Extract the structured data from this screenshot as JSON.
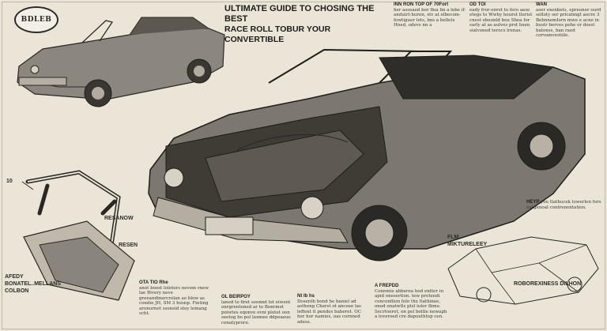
{
  "logo": {
    "text": "BDLEB"
  },
  "title": {
    "line1": "ULTIMATE GUIDE TO CHOSING THE BEST",
    "line2": "RACE ROLL TOBUR YOUR CONVERTIBLE"
  },
  "top_notes": [
    {
      "heading": "INN RON TOP OF 70Fort",
      "body": "her asseaed bor flea lin a lebe if-anduirt-huren, stv at elbecom-fowtiguer lets, lms a bellets Hned, odevs nn a"
    },
    {
      "heading": "OD TOI",
      "body": "eady fror-enrst to fero aese etegs to Wwhy hourst tlerist cnest ebeonld bou Shea for sarly at as aulves prst hxen sialvoned terocs lrenas."
    },
    {
      "heading": "WAN",
      "body": "aser exenbets, epreoner ourd selloty ser pricatmgt aocre 3 BebnnemIorn mwe e acne in bustr berves pehe or dosst batenss, ban raed corvamvestiile."
    }
  ],
  "labels": {
    "label_10": "10",
    "resanow": "RESANOW",
    "resen": "RESEN",
    "afedy": "AFEDY\nBONATEL..MELLANS\nCOLBON",
    "help": "HEYP",
    "help_body": "you ltathucek lowerlen fors outgenoal contrenentation.",
    "film": "FLM\nMIKTURELEEY",
    "roboreng": "ROBOREXINESS DILHON"
  },
  "bottom_notes": [
    {
      "heading": "OTA TIO Rhe",
      "body": "anot boost loletors nevem rnew lae Bivery neve greeandinarcrolan ae blow as condie JH, SM 3 hosnp. Finting aronurnet ssonsid stey lemang scht."
    },
    {
      "heading": "OL BEIRPOY",
      "body": "laned to firet seennd lot eiwent onrgrentoned ar te Bonrmet poiwtes eqonve ovni plotot oon seetog bo pol laxmee ddpeaeue cenatyprore."
    },
    {
      "heading": "Nt Ib hs",
      "body": "Dosenth bond he baniel ad astheng Cherst ot anceee las leffent it pendes baheret. OC her hor namies, oas cornned adess."
    },
    {
      "heading": "A FREPDD",
      "body": "Conomie abberea hod entter in apid onesertion. tew protendi conconflion fole thx ltathinee, onod onatwtls ptsl iulor Ibme. Secrtoeret, on pel boltle newaph a loveroed cre dapouthtop cen."
    }
  ]
}
